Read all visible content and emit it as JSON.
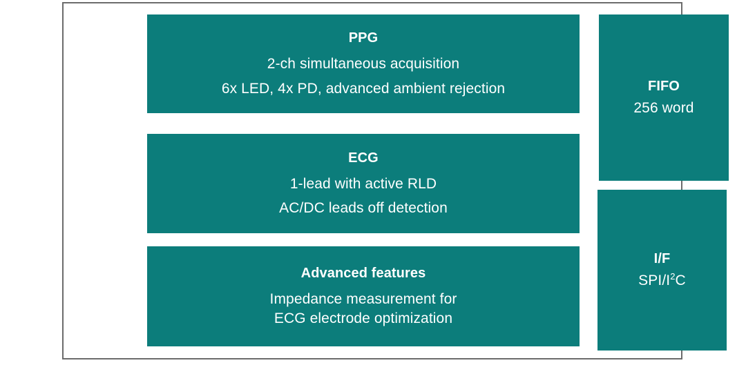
{
  "diagram": {
    "theme": {
      "block_fill": "#0c7d7b",
      "block_text": "#ffffff",
      "frame_border": "#6b6b6b",
      "background": "#ffffff"
    },
    "left_column": [
      {
        "id": "ppg",
        "title": "PPG",
        "lines": [
          "2-ch simultaneous acquisition",
          "6x LED, 4x PD, advanced ambient rejection"
        ]
      },
      {
        "id": "ecg",
        "title": "ECG",
        "lines": [
          "1-lead with active RLD",
          "AC/DC leads off detection"
        ]
      },
      {
        "id": "advanced",
        "title": "Advanced features",
        "lines": [
          "Impedance measurement for",
          "ECG electrode optimization"
        ]
      }
    ],
    "right_column": [
      {
        "id": "fifo",
        "title": "FIFO",
        "lines": [
          "256 word"
        ]
      },
      {
        "id": "interface",
        "title": "I/F",
        "line_prefix": "SPI/I",
        "line_superscript": "2",
        "line_suffix": "C"
      }
    ]
  }
}
